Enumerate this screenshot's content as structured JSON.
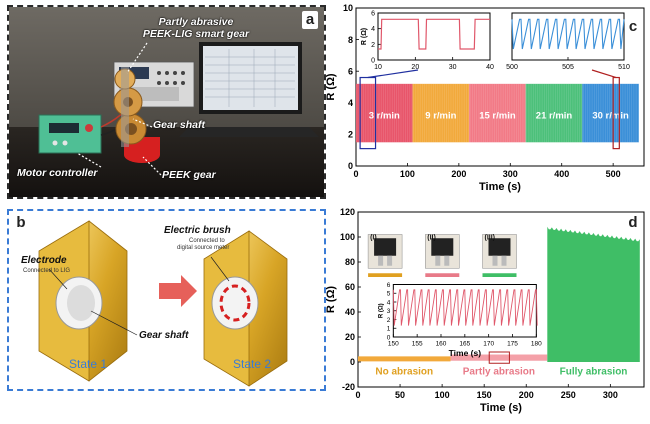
{
  "panel_a": {
    "letter": "a",
    "labels": {
      "gear_title_1": "Partly abrasive",
      "gear_title_2": "PEEK-LIG smart gear",
      "gear_shaft": "Gear shaft",
      "motor_controller": "Motor controller",
      "peek_gear": "PEEK gear"
    }
  },
  "panel_b": {
    "letter": "b",
    "labels": {
      "electrode": "Electrode",
      "electrode_sub": "Connected to LIG",
      "electric_brush": "Electric brush",
      "brush_sub_1": "Connected to",
      "brush_sub_2": "digital source meter",
      "gear_shaft": "Gear shaft",
      "state1": "State 1",
      "state2": "State 2"
    }
  },
  "panel_c": {
    "letter": "c",
    "speed_labels": [
      "3 r/min",
      "9 r/min",
      "15 r/min",
      "21 r/min",
      "30 r/min"
    ]
  },
  "panel_d": {
    "letter": "d",
    "roman": [
      "(I)",
      "(II)",
      "(III)"
    ],
    "region_labels": [
      "No abrasion",
      "Partly abrasion",
      "Fully abrasion"
    ]
  },
  "chart_data": [
    {
      "id": "c-main",
      "type": "area",
      "xlabel": "Time (s)",
      "ylabel": "R (Ω)",
      "xlim": [
        0,
        560
      ],
      "ylim": [
        0,
        10
      ],
      "xticks": [
        0,
        100,
        200,
        300,
        400,
        500
      ],
      "yticks": [
        0,
        2,
        4,
        6,
        8,
        10
      ],
      "series": [
        {
          "x_range": [
            0,
            110
          ],
          "low": 1.5,
          "high": 5.2,
          "color": "#e8556a"
        },
        {
          "x_range": [
            110,
            220
          ],
          "low": 1.5,
          "high": 5.2,
          "color": "#f2a93b"
        },
        {
          "x_range": [
            220,
            330
          ],
          "low": 1.5,
          "high": 5.2,
          "color": "#f27a86"
        },
        {
          "x_range": [
            330,
            440
          ],
          "low": 1.5,
          "high": 5.2,
          "color": "#4cc07a"
        },
        {
          "x_range": [
            440,
            550
          ],
          "low": 1.5,
          "high": 5.2,
          "color": "#3a8fd8"
        }
      ]
    },
    {
      "id": "c-inset-left",
      "type": "line",
      "ylabel": "R (Ω)",
      "xlim": [
        10,
        40
      ],
      "ylim": [
        0,
        6
      ],
      "xticks": [
        10,
        20,
        30,
        40
      ],
      "yticks": [
        0,
        2,
        4,
        6
      ],
      "x": [
        10,
        10.8,
        11,
        20.8,
        21,
        22.8,
        23,
        31.8,
        32,
        35.8,
        36,
        40
      ],
      "y": [
        1.4,
        1.4,
        5.2,
        5.2,
        1.4,
        1.4,
        5.2,
        5.2,
        1.4,
        1.4,
        5.2,
        5.2
      ]
    },
    {
      "id": "c-inset-right",
      "type": "line",
      "xlim": [
        500,
        510
      ],
      "ylim": [
        0,
        6
      ],
      "xticks": [
        500,
        505,
        510
      ],
      "period": 0.8,
      "low": 1.4,
      "high": 5.2
    },
    {
      "id": "d-main",
      "type": "area",
      "xlabel": "Time (s)",
      "ylabel": "R (Ω)",
      "xlim": [
        0,
        340
      ],
      "ylim": [
        -20,
        120
      ],
      "xticks": [
        0,
        50,
        100,
        150,
        200,
        250,
        300
      ],
      "yticks": [
        -20,
        0,
        20,
        40,
        60,
        80,
        100,
        120
      ],
      "series": [
        {
          "name": "No abrasion",
          "x_range": [
            0,
            110
          ],
          "low": 0.5,
          "high": 4.5,
          "color": "#f2a93b"
        },
        {
          "name": "Partly abrasion",
          "x_range": [
            110,
            225
          ],
          "low": 1,
          "high": 6,
          "color": "#f4a0a8"
        },
        {
          "name": "Fully abrasion",
          "x_range": [
            225,
            335
          ],
          "low": 0,
          "high_start": 107,
          "high_end": 97,
          "color": "#3fbe66"
        }
      ]
    },
    {
      "id": "d-inset",
      "type": "line",
      "xlabel": "Time (s)",
      "ylabel": "R (Ω)",
      "xlim": [
        150,
        180
      ],
      "ylim": [
        0,
        6
      ],
      "xticks": [
        150,
        155,
        160,
        165,
        170,
        175,
        180
      ],
      "yticks": [
        0,
        1,
        2,
        3,
        4,
        5,
        6
      ],
      "period": 1.5,
      "low": 1.3,
      "high": 5.4
    }
  ]
}
